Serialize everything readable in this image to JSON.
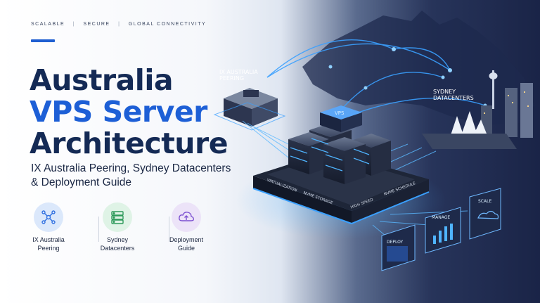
{
  "topline": {
    "item1": "SCALABLE",
    "sep1": "|",
    "item2": "SECURE",
    "sep2": "|",
    "item3": "GLOBAL CONNECTIVITY"
  },
  "title": {
    "line1": "Australia",
    "line2": "VPS Server",
    "line3": "Architecture"
  },
  "subtitle": {
    "line1": "IX Australia Peering, Sydney Datacenters",
    "line2": "& Deployment Guide"
  },
  "features": [
    {
      "label_line1": "IX Australia",
      "label_line2": "Peering",
      "icon": "network-icon",
      "color": "#2f6fe0"
    },
    {
      "label_line1": "Sydney",
      "label_line2": "Datacenters",
      "icon": "server-icon",
      "color": "#2e9a5b"
    },
    {
      "label_line1": "Deployment",
      "label_line2": "Guide",
      "icon": "cloud-upload-icon",
      "color": "#7b4fd0"
    }
  ],
  "illustration": {
    "ix_tag_line1": "IX AUSTRALIA",
    "ix_tag_line2": "PEERING",
    "sydney_tag_line1": "SYDNEY",
    "sydney_tag_line2": "DATACENTERS",
    "vps_label": "VPS",
    "platform_label1": "VIRTUALIZATION",
    "platform_label2": "NVME STORAGE",
    "platform_label3": "HIGH SPEED",
    "platform_label4": "NVME SCHEDULE",
    "card1": "DEPLOY",
    "card2": "MANAGE",
    "card3": "SCALE"
  },
  "colors": {
    "accent": "#1f5fd1",
    "title_dark": "#142a55",
    "glow": "#3aa0ff"
  }
}
